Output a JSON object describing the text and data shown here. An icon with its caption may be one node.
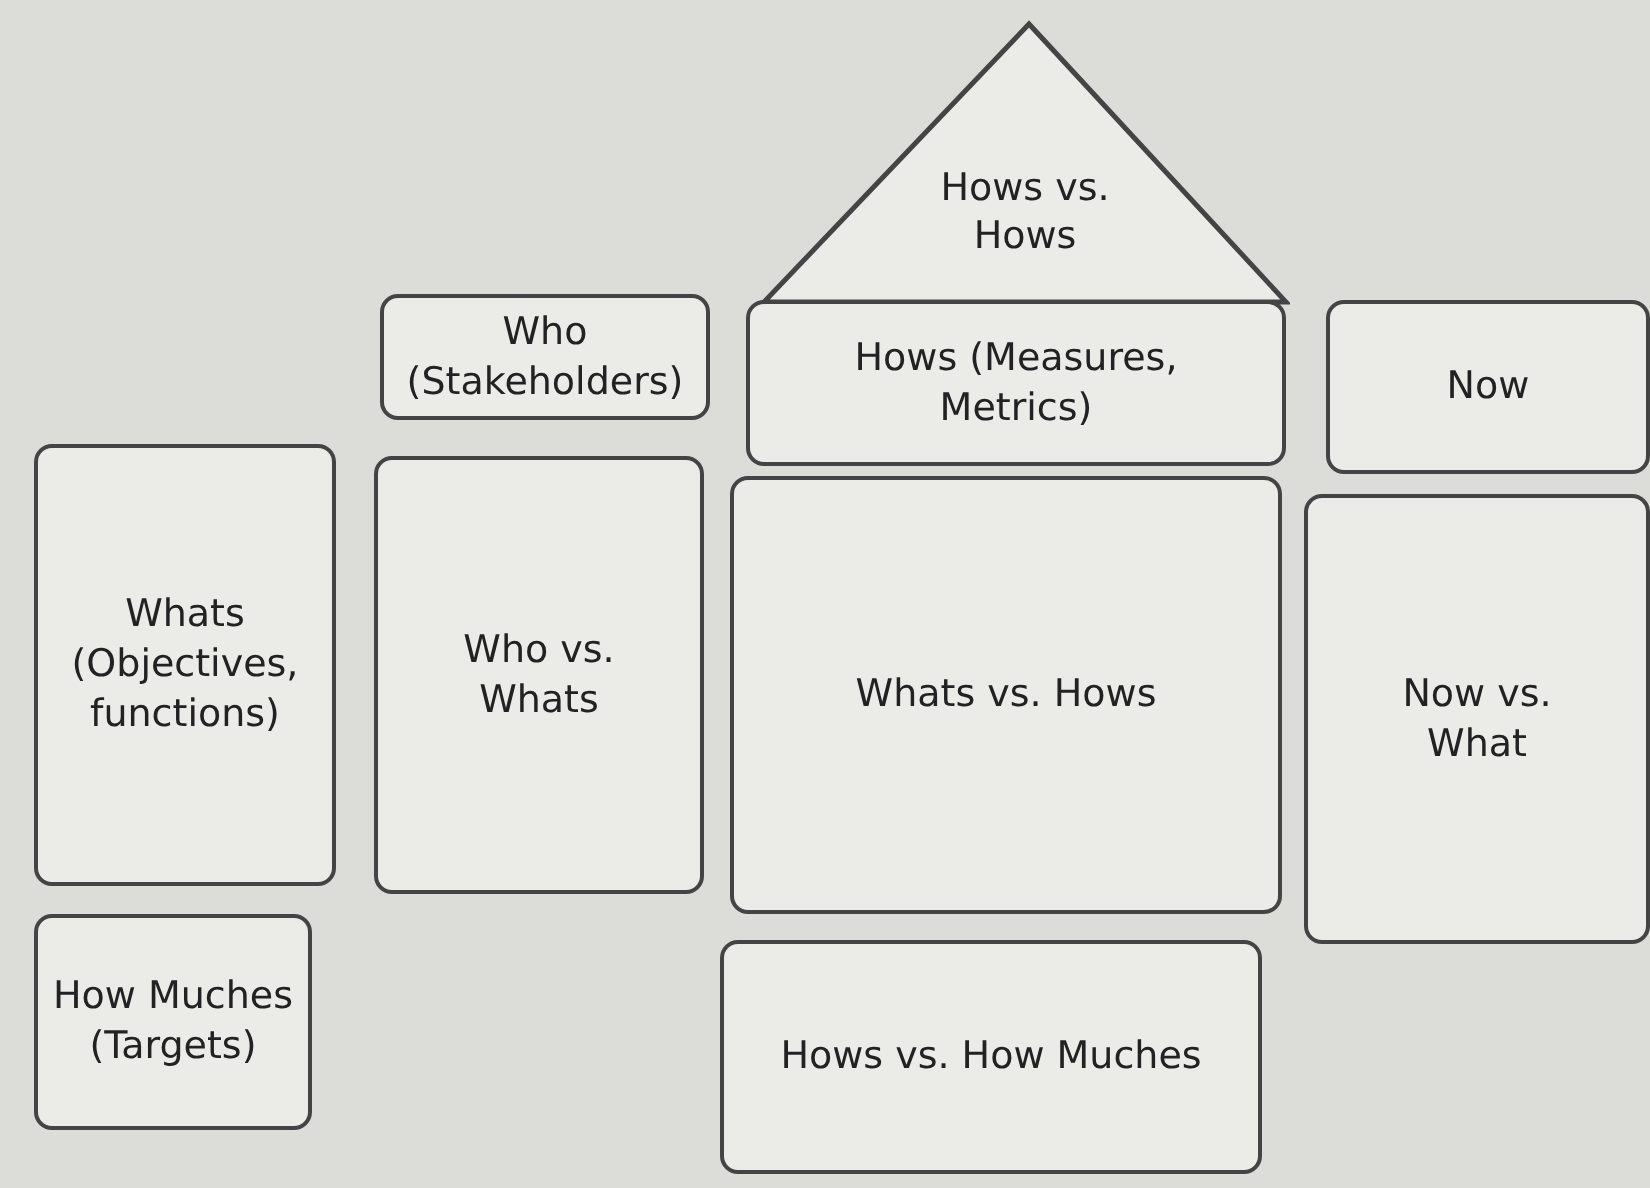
{
  "diagram": {
    "nodes": [
      {
        "text": [
          "Hows vs. Hows"
        ]
      },
      {
        "text": [
          "Who (Stakeholders)"
        ]
      },
      {
        "text": [
          "Hows (Measures, Metrics)"
        ]
      },
      {
        "text": [
          "Now"
        ]
      },
      {
        "text": [
          "Whats (Objectives, functions)"
        ]
      },
      {
        "text": [
          "Who vs. Whats"
        ]
      },
      {
        "text": [
          "Whats vs. Hows"
        ]
      },
      {
        "text": [
          "Now vs. What"
        ]
      },
      {
        "text": [
          "How Muches (Targets)"
        ]
      },
      {
        "text": [
          "Hows vs. How Muches"
        ]
      }
    ],
    "edges": []
  }
}
